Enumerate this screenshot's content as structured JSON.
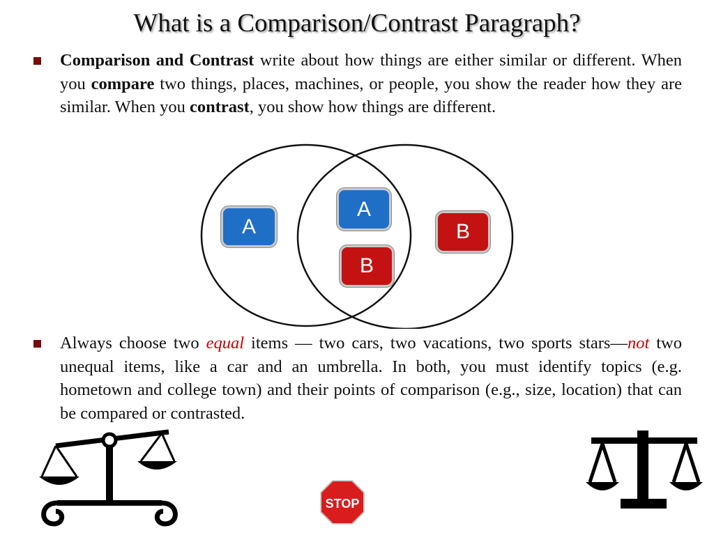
{
  "title": "What is a Comparison/Contrast Paragraph?",
  "bullet1": {
    "t1": "Comparison and Contrast",
    "t2": " write about how things are either similar or different. When you ",
    "t3": "compare",
    "t4": " two things, places, machines, or people, you show the reader how they are similar. When you ",
    "t5": "contrast",
    "t6": ", you show how things are different."
  },
  "venn": {
    "a_left": "A",
    "a_mid": "A",
    "b_mid": "B",
    "b_right": "B",
    "colors": {
      "a_box": "#1f6fc7",
      "b_box": "#c41212"
    }
  },
  "bullet2": {
    "t1": "Always choose two ",
    "t2": "equal",
    "t3": " items — two cars, two vacations, two sports stars—",
    "t4": "not",
    "t5": " two unequal items, like a car and an umbrella. In both, you must identify topics (e.g. hometown and college town) and their points of comparison (e.g., size, location) that can be compared or contrasted."
  },
  "icons": {
    "bullet_marker": "square-bullet-icon",
    "left": "balance-scale-icon",
    "center": "stop-sign-icon",
    "right": "scales-of-justice-icon",
    "stop_text": "STOP",
    "stop_color": "#d91c1c"
  }
}
